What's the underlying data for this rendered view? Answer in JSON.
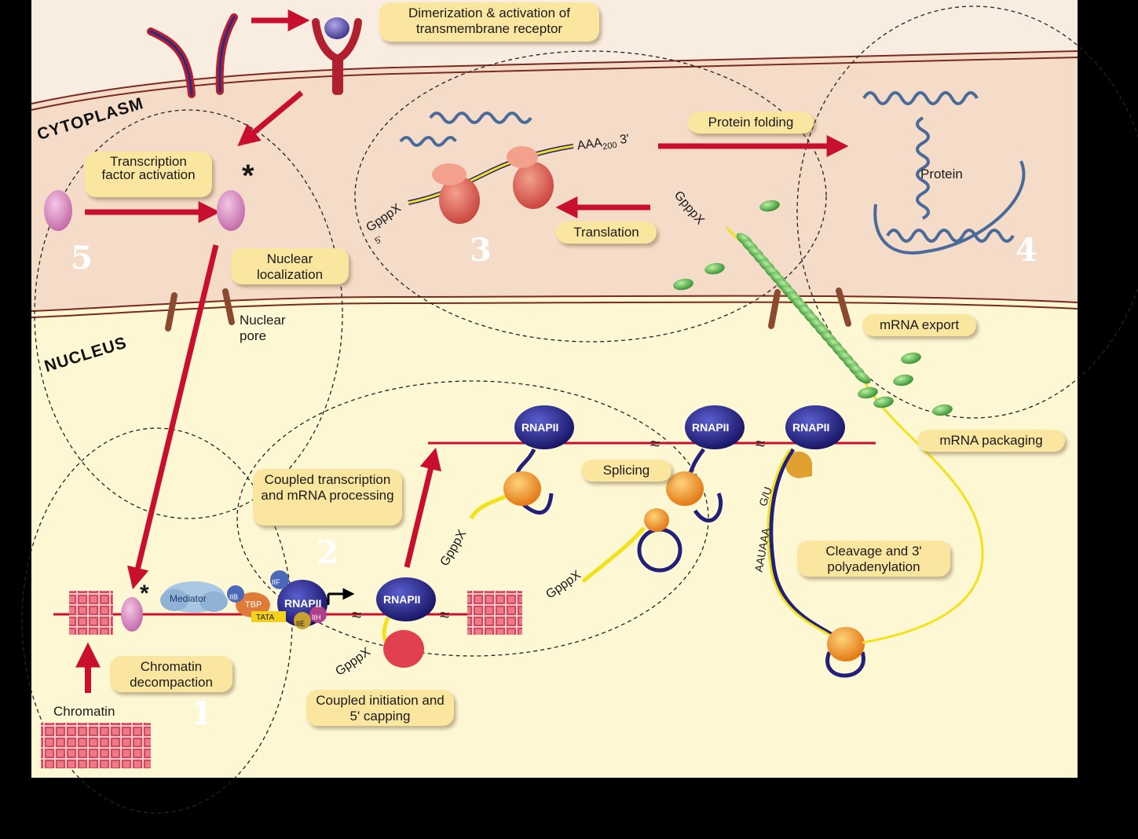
{
  "regions": {
    "cytoplasm": "CYTOPLASM",
    "nucleus": "NUCLEUS"
  },
  "steps": {
    "s1": "1",
    "s2": "2",
    "s3": "3",
    "s4": "4",
    "s5": "5"
  },
  "labels": {
    "dimerization": "Dimerization & activation of transmembrane receptor",
    "tf_activation": "Transcription factor activation",
    "nuclear_localization": "Nuclear localization",
    "nuclear_pore": "Nuclear pore",
    "protein_folding": "Protein folding",
    "translation": "Translation",
    "mrna_export": "mRNA export",
    "mrna_packaging": "mRNA packaging",
    "coupled_transcription": "Coupled transcription and mRNA processing",
    "splicing": "Splicing",
    "cleavage": "Cleavage and 3' polyadenylation",
    "coupled_initiation": "Coupled initiation and 5' capping",
    "chromatin_decompaction": "Chromatin decompaction",
    "chromatin": "Chromatin",
    "protein": "Protein"
  },
  "mol": {
    "rnapii": "RNAPII",
    "mediator": "Mediator",
    "tbp": "TBP",
    "tata": "TATA",
    "iib": "IIB",
    "iif": "IIF",
    "iie": "IIE",
    "iih": "IIH",
    "cap": "GpppX",
    "five": "5'",
    "polya_tail": "AAA",
    "polya_n": "200",
    "three_prime": "3'",
    "gu": "G/U",
    "auaaa": "AAUAAA",
    "star": "*"
  },
  "colors": {
    "cytoplasm": "#f5dcc8",
    "nucleus": "#fdf7d4",
    "membrane": "#7a2a20",
    "arrow": "#c8102e",
    "rnapii": "#23207a",
    "label_bg": "#fbe6a0",
    "mrna": "#f2e21c",
    "ribosome": "#d9504a",
    "tf": "#d58ac0"
  }
}
